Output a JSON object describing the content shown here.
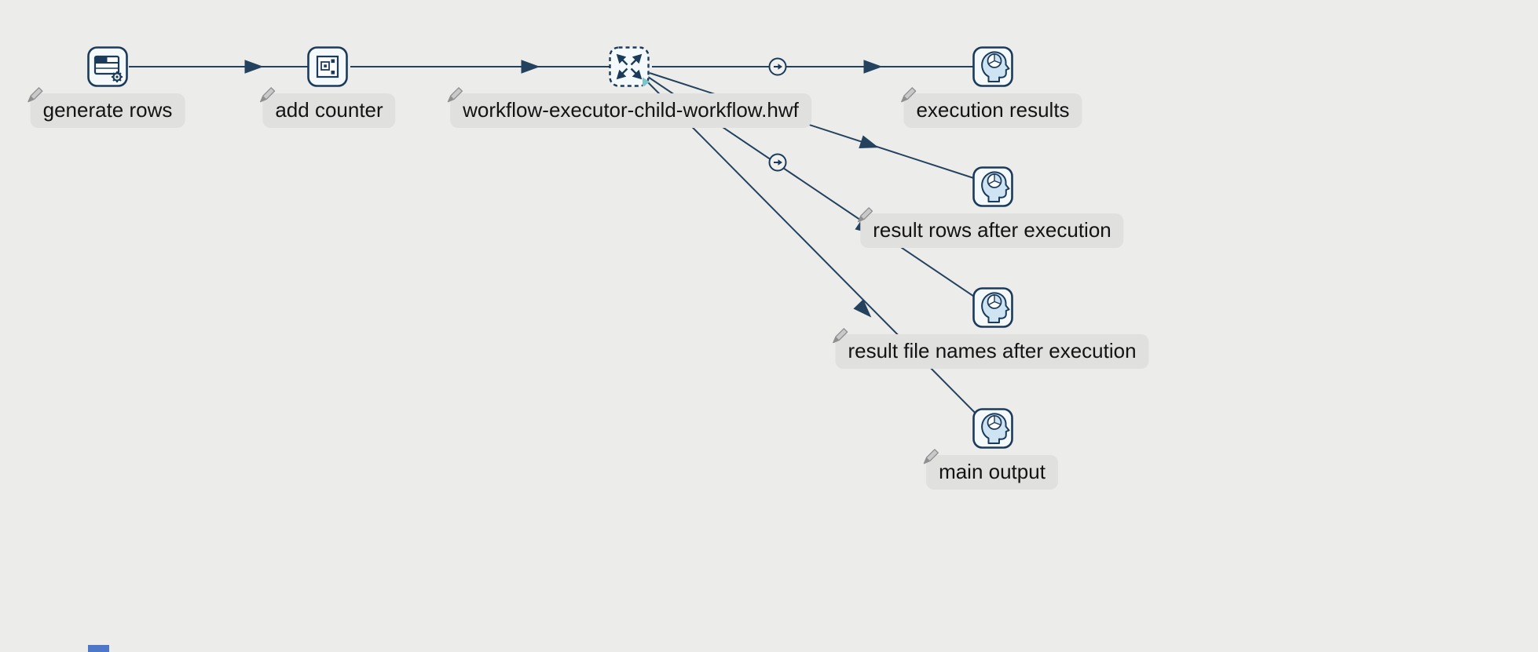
{
  "colors": {
    "canvas_bg": "#ececeb",
    "node_stroke": "#1c3b5a",
    "node_fill": "#f4f9fc",
    "icon_light_blue": "#cfe4f2",
    "hop_line": "#24425e",
    "label_bg": "#e0e0df",
    "label_text": "#131313",
    "play_accent": "#7cc5cd",
    "pencil_gray": "#c9c9c9"
  },
  "icons": {
    "generate_rows": "data-grid-gear-icon",
    "add_counter": "counter-chip-icon",
    "workflow_executor": "expand-arrows-dashed-icon",
    "output_head": "head-profile-globe-icon",
    "hop_marker": "circle-right-arrow-icon",
    "label_edit": "pencil-icon"
  },
  "nodes": [
    {
      "id": "generate-rows",
      "label": "generate rows"
    },
    {
      "id": "add-counter",
      "label": "add counter"
    },
    {
      "id": "workflow-executor",
      "label": "workflow-executor-child-workflow.hwf"
    },
    {
      "id": "execution-results",
      "label": "execution results"
    },
    {
      "id": "result-rows-after-execution",
      "label": "result rows after execution"
    },
    {
      "id": "result-file-names-after-execution",
      "label": "result file names after execution"
    },
    {
      "id": "main-output",
      "label": "main output"
    }
  ],
  "hops": [
    {
      "from": "generate-rows",
      "to": "add-counter",
      "marker": ""
    },
    {
      "from": "add-counter",
      "to": "workflow-executor",
      "marker": ""
    },
    {
      "from": "workflow-executor",
      "to": "execution-results",
      "marker": "circle-right-arrow-icon"
    },
    {
      "from": "workflow-executor",
      "to": "result-rows-after-execution",
      "marker": ""
    },
    {
      "from": "workflow-executor",
      "to": "result-file-names-after-execution",
      "marker": "circle-right-arrow-icon"
    },
    {
      "from": "workflow-executor",
      "to": "main-output",
      "marker": ""
    }
  ]
}
